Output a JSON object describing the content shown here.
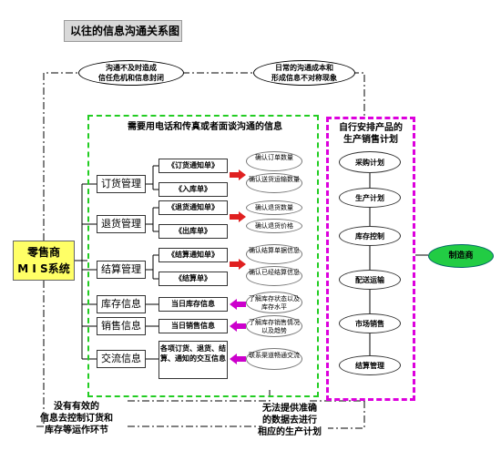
{
  "title": "以往的信息沟通关系图",
  "retailer_label": "零售商\nM I S系统",
  "top_notes": {
    "left": "沟通不及时造成\n信任危机和信息封闭",
    "right": "日常的沟通成本和\n形成信息不对称现象"
  },
  "green_heading": "需要用电话和传真或者面谈沟通的信息",
  "pink_heading": "自行安排产品的\n生产销售计划",
  "manufacturer_label": "制造商",
  "groups": [
    {
      "name": "订货管理",
      "docs": [
        "《订货通知单》",
        "《入库单》"
      ],
      "results": [
        "确认订单数量",
        "确认送货运输数量"
      ]
    },
    {
      "name": "退货管理",
      "docs": [
        "《退货通知单》",
        "《出库单》"
      ],
      "results": [
        "确认退货数量",
        "确认退货价格"
      ]
    },
    {
      "name": "结算管理",
      "docs": [
        "《结算通知单》",
        "《结算单》"
      ],
      "results": [
        "确认结算单据信息",
        "确认已经结算信息"
      ]
    },
    {
      "name": "库存信息",
      "docs": [
        "当日库存信息"
      ],
      "results": [
        "了解库存状态以及库存水平"
      ]
    },
    {
      "name": "销售信息",
      "docs": [
        "当日销售信息"
      ],
      "results": [
        "了解库存销售情况以及趋势"
      ]
    },
    {
      "name": "交流信息",
      "docs": [
        "各项订货、退货、结算、通知的交互信息"
      ],
      "results": [
        "联系渠道畅通交流"
      ]
    }
  ],
  "plan_items": [
    "采购计划",
    "生产计划",
    "库存控制",
    "配送运输",
    "市场销售",
    "结算管理"
  ],
  "bottom_notes": {
    "left": "没有有效的\n信息去控制订货和\n库存等运作环节",
    "right": "无法提供准确\n的数据去进行\n相应的生产计划"
  },
  "colors": {
    "green_dash": "#22cc22",
    "pink_dash": "#dd00dd",
    "retailer_fill": "#ffff66",
    "manufacturer_fill": "#22cc44",
    "red_arrow": "#e02020",
    "magenta_arrow": "#cc00cc"
  }
}
